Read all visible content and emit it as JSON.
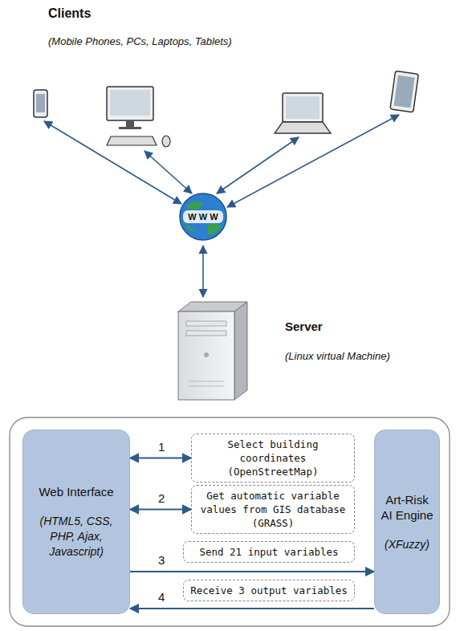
{
  "diagram": {
    "nodes": [
      {
        "text": [
          "W W W"
        ]
      },
      {
        "text": [
          "Web Interface",
          "(HTML5, CSS, PHP, Ajax, Javascript)"
        ]
      },
      {
        "text": [
          "Select building coordinates (OpenStreetMap)"
        ]
      },
      {
        "text": [
          "Get automatic variable values from GIS database (GRASS)"
        ]
      },
      {
        "text": [
          "Send 21 input variables"
        ]
      },
      {
        "text": [
          "Receive 3 output variables"
        ]
      },
      {
        "text": [
          "Art-Risk AI Engine",
          "(XFuzzy)"
        ]
      }
    ],
    "edges": [
      {
        "from": 1,
        "to": 2,
        "arrow": "both",
        "label": "1"
      },
      {
        "from": 1,
        "to": 3,
        "arrow": "both",
        "label": "2"
      },
      {
        "from": 1,
        "to": 6,
        "arrow": "to",
        "label": "3"
      },
      {
        "from": 6,
        "to": 1,
        "arrow": "to",
        "label": "4"
      }
    ],
    "labels": [
      "Clients",
      "(Mobile Phones, PCs, Laptops, Tablets)",
      "Server",
      "(Linux virtual Machine)"
    ]
  }
}
